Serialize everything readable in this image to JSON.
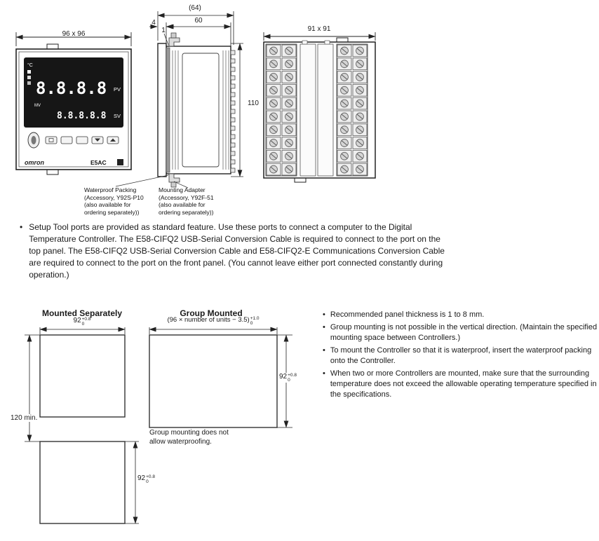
{
  "front": {
    "dim": "96 x 96",
    "unit": "°C",
    "pv": "PV",
    "sv": "SV",
    "mv": "MV",
    "digits_main": "8.8.8.8",
    "digits_sub": "8.8.8.8.8",
    "brand": "omron",
    "model": "E5AC"
  },
  "side": {
    "dim_total": "(64)",
    "dim_depth": "60",
    "dim_bezel": "4",
    "dim_gap": "1",
    "dim_height": "110",
    "callout_packing": [
      "Waterproof Packing",
      "(Accessory, Y92S-P10",
      "(also available for",
      "ordering separately))"
    ],
    "callout_adapter": [
      "Mounting Adapter",
      "(Accessory, Y92F-51",
      "(also available for",
      "ordering separately))"
    ]
  },
  "rear": {
    "dim": "91 x 91"
  },
  "setup_note": "Setup Tool ports are provided as standard feature. Use these ports to connect a computer to the Digital Temperature Controller. The E58-CIFQ2 USB-Serial Conversion Cable is required to connect to the port on the top panel. The E58-CIFQ2 USB-Serial Conversion Cable and E58-CIFQ2-E Communications Conversion Cable are required to connect to the port on the front panel. (You cannot leave either port connected constantly during operation.)",
  "mounting": {
    "separate_title": "Mounted Separately",
    "group_title": "Group Mounted",
    "cutout_val": "92",
    "cutout_tol_plus": "+0.8",
    "cutout_tol_minus": "0",
    "pitch": "120 min.",
    "group_formula": "(96 × number of units − 3.5)",
    "group_tol_plus": "+1.0",
    "group_tol_minus": "0",
    "group_note": "Group mounting does not allow waterproofing.",
    "bullets": [
      "Recommended panel thickness is 1 to 8 mm.",
      "Group mounting is not possible in the vertical direction. (Maintain the specified mounting space between Controllers.)",
      "To mount the Controller so that it is waterproof, insert the waterproof packing onto the Controller.",
      "When two or more Controllers are mounted, make sure that the surrounding temperature does not exceed the allowable operating temperature specified in the specifications."
    ]
  }
}
